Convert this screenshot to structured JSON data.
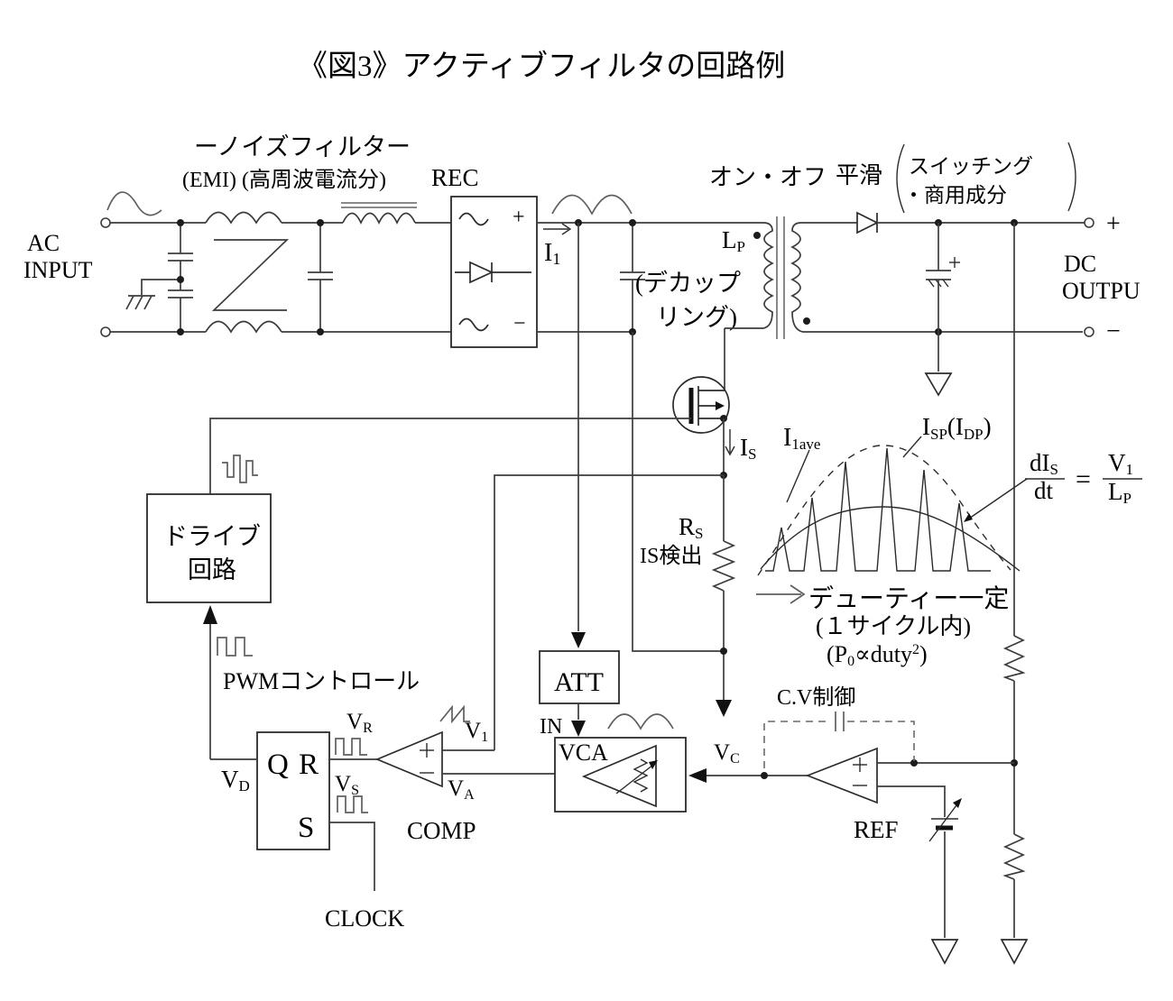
{
  "title": "《図3》アクティブフィルタの回路例",
  "labels": {
    "noise_filter": "ーノイズフィルター",
    "noise_filter_sub": "(EMI) (高周波電流分)",
    "rec": "REC",
    "ac_line1": "AC",
    "ac_line2": "INPUT",
    "on_off": "オン・オフ",
    "smoothing": "平滑",
    "smoothing_note1": "スイッチング",
    "smoothing_note2": "・商用成分",
    "dc_line1": "DC",
    "dc_line2": "OUTPU",
    "plus": "+",
    "minus": "−",
    "decoupling1": "(デカップ",
    "decoupling2": "リング)",
    "is_detect": "IS検出",
    "duty1": "デューティー一定",
    "duty2": "(１サイクル内)",
    "drive1": "ドライブ",
    "drive2": "回路",
    "pwm": "PWMコントロール",
    "comp": "COMP",
    "clock": "CLOCK",
    "att": "ATT",
    "in": "IN",
    "vca": "VCA",
    "cv": "C.V制御",
    "ref": "REF",
    "q": "Q",
    "r": "R",
    "s": "S"
  },
  "sub_labels": {
    "i1": {
      "b": "I",
      "s": "1"
    },
    "lp": {
      "b": "L",
      "s": "P"
    },
    "is": {
      "b": "I",
      "s": "S"
    },
    "rs": {
      "b": "R",
      "s": "S"
    },
    "i1ave": {
      "b": "I",
      "s": "1ave"
    },
    "isp": {
      "p1": "I",
      "p2": "SP",
      "p3": "(I",
      "p4": "DP",
      "p5": ")"
    },
    "vd": {
      "b": "V",
      "s": "D"
    },
    "vr": {
      "b": "V",
      "s": "R"
    },
    "vs": {
      "b": "V",
      "s": "S"
    },
    "v1": {
      "b": "V",
      "s": "1"
    },
    "va": {
      "b": "V",
      "s": "A"
    },
    "vc": {
      "b": "V",
      "s": "C"
    },
    "duty3": {
      "p1": "(P",
      "p2": "0",
      "p3": "∝duty",
      "p4": "2",
      "p5": ")"
    },
    "formula": {
      "num1b": "dI",
      "num1s": "S",
      "den1": "dt",
      "eq": "=",
      "num2b": "V",
      "num2s": "1",
      "den2b": "L",
      "den2s": "P"
    }
  }
}
